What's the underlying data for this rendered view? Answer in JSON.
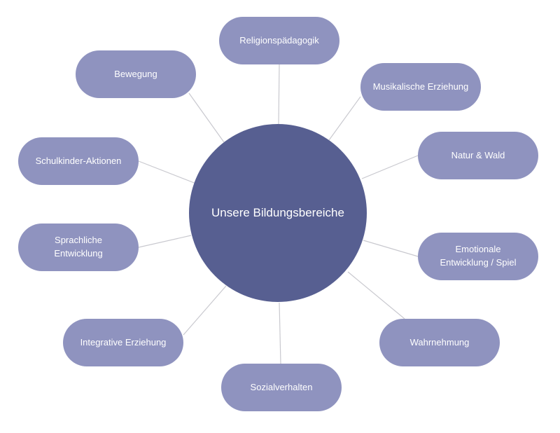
{
  "diagram": {
    "center": "Unsere Bildungsbereiche",
    "nodes": {
      "religion": "Religionspädagogik",
      "musik": "Musikalische Erziehung",
      "natur": "Natur & Wald",
      "emotional": "Emotionale\nEntwicklung / Spiel",
      "wahrnehmung": "Wahrnehmung",
      "sozial": "Sozialverhalten",
      "integrativ": "Integrative Erziehung",
      "sprachlich": "Sprachliche\nEntwicklung",
      "schulkinder": "Schulkinder-Aktionen",
      "bewegung": "Bewegung"
    },
    "colors": {
      "center_fill": "#575f91",
      "node_fill": "#8f93bf",
      "connector": "#c9c9cf",
      "text": "#ffffff"
    }
  }
}
